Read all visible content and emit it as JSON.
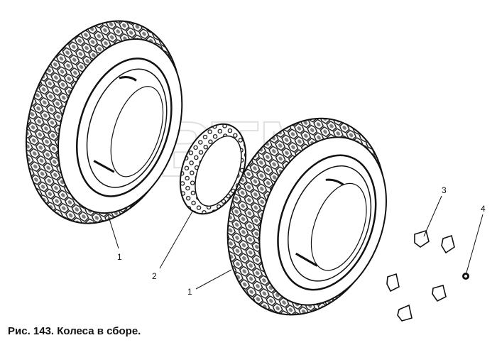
{
  "figure": {
    "caption": "Рис. 143. Колеса в сборе.",
    "watermark": "ВТМ",
    "callouts": [
      {
        "id": "tire-left",
        "label": "1"
      },
      {
        "id": "rim-band",
        "label": "2"
      },
      {
        "id": "tire-right",
        "label": "1"
      },
      {
        "id": "clamp",
        "label": "3"
      },
      {
        "id": "nut",
        "label": "4"
      }
    ]
  },
  "colors": {
    "ink": "#111111",
    "watermark": "#d9d9d9",
    "background": "#ffffff"
  }
}
